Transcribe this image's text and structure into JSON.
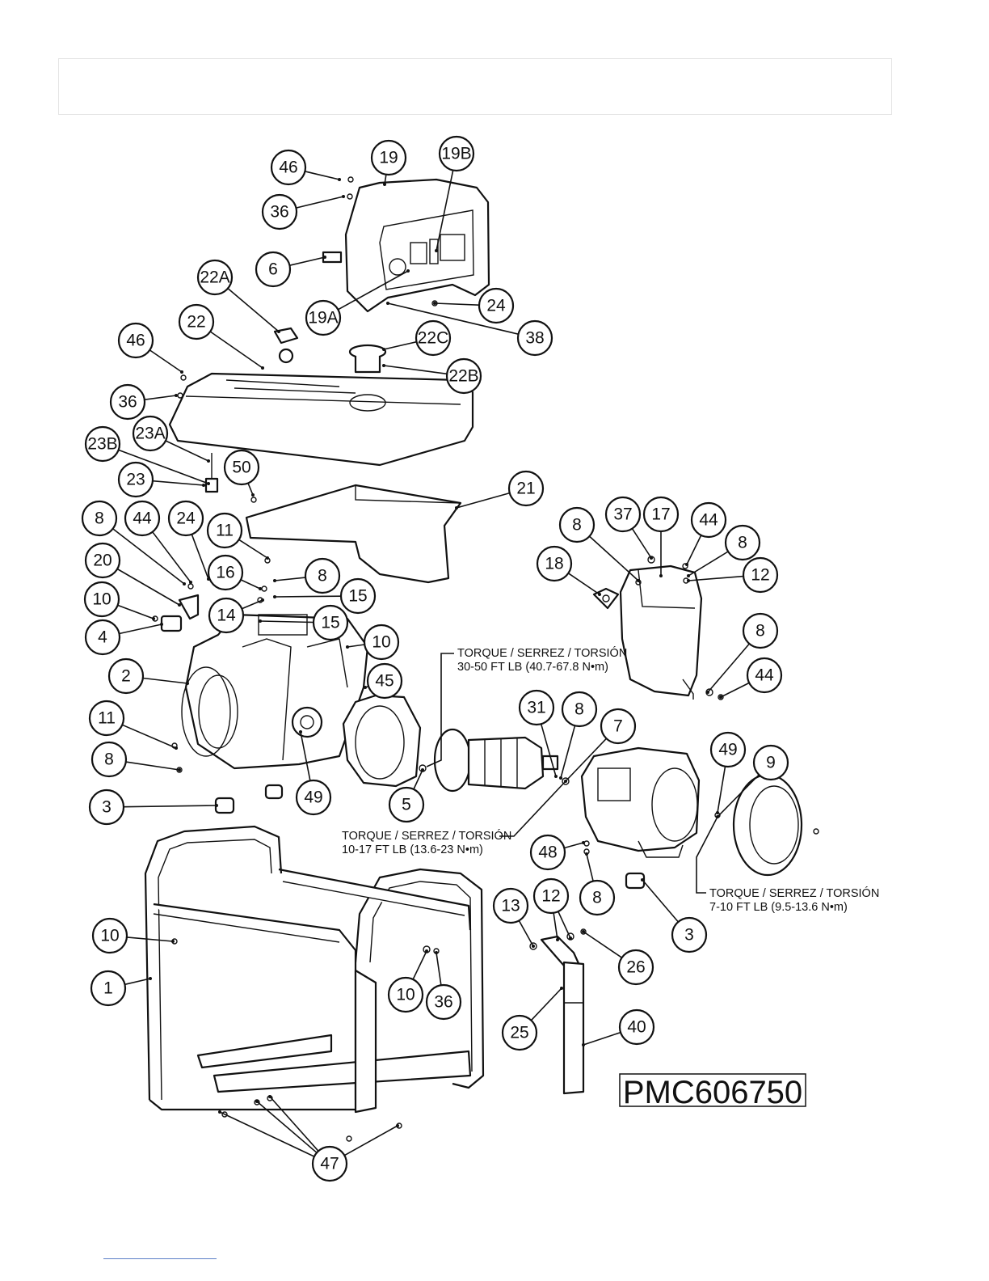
{
  "model_number": "PMC606750",
  "callouts": [
    {
      "id": "46a",
      "label": "46"
    },
    {
      "id": "36a",
      "label": "36"
    },
    {
      "id": "19",
      "label": "19"
    },
    {
      "id": "19B",
      "label": "19B"
    },
    {
      "id": "6",
      "label": "6"
    },
    {
      "id": "22A",
      "label": "22A"
    },
    {
      "id": "19A",
      "label": "19A"
    },
    {
      "id": "24a",
      "label": "24"
    },
    {
      "id": "38",
      "label": "38"
    },
    {
      "id": "22",
      "label": "22"
    },
    {
      "id": "46b",
      "label": "46"
    },
    {
      "id": "22C",
      "label": "22C"
    },
    {
      "id": "22B",
      "label": "22B"
    },
    {
      "id": "36b",
      "label": "36"
    },
    {
      "id": "23A",
      "label": "23A"
    },
    {
      "id": "23B",
      "label": "23B"
    },
    {
      "id": "23",
      "label": "23"
    },
    {
      "id": "50",
      "label": "50"
    },
    {
      "id": "21",
      "label": "21"
    },
    {
      "id": "8a",
      "label": "8"
    },
    {
      "id": "44a",
      "label": "44"
    },
    {
      "id": "24b",
      "label": "24"
    },
    {
      "id": "11a",
      "label": "11"
    },
    {
      "id": "37",
      "label": "37"
    },
    {
      "id": "17",
      "label": "17"
    },
    {
      "id": "44b",
      "label": "44"
    },
    {
      "id": "8b",
      "label": "8"
    },
    {
      "id": "8c",
      "label": "8"
    },
    {
      "id": "18",
      "label": "18"
    },
    {
      "id": "12a",
      "label": "12"
    },
    {
      "id": "20",
      "label": "20"
    },
    {
      "id": "16",
      "label": "16"
    },
    {
      "id": "8d",
      "label": "8"
    },
    {
      "id": "15a",
      "label": "15"
    },
    {
      "id": "10a",
      "label": "10"
    },
    {
      "id": "14",
      "label": "14"
    },
    {
      "id": "15b",
      "label": "15"
    },
    {
      "id": "4",
      "label": "4"
    },
    {
      "id": "10b",
      "label": "10"
    },
    {
      "id": "8e",
      "label": "8"
    },
    {
      "id": "44c",
      "label": "44"
    },
    {
      "id": "2",
      "label": "2"
    },
    {
      "id": "45",
      "label": "45"
    },
    {
      "id": "31",
      "label": "31"
    },
    {
      "id": "8f",
      "label": "8"
    },
    {
      "id": "7",
      "label": "7"
    },
    {
      "id": "11b",
      "label": "11"
    },
    {
      "id": "49a",
      "label": "49"
    },
    {
      "id": "9",
      "label": "9"
    },
    {
      "id": "8g",
      "label": "8"
    },
    {
      "id": "49b",
      "label": "49"
    },
    {
      "id": "3a",
      "label": "3"
    },
    {
      "id": "5",
      "label": "5"
    },
    {
      "id": "48",
      "label": "48"
    },
    {
      "id": "8h",
      "label": "8"
    },
    {
      "id": "3b",
      "label": "3"
    },
    {
      "id": "12b",
      "label": "12"
    },
    {
      "id": "13",
      "label": "13"
    },
    {
      "id": "10c",
      "label": "10"
    },
    {
      "id": "26",
      "label": "26"
    },
    {
      "id": "1",
      "label": "1"
    },
    {
      "id": "10d",
      "label": "10"
    },
    {
      "id": "36c",
      "label": "36"
    },
    {
      "id": "25",
      "label": "25"
    },
    {
      "id": "40",
      "label": "40"
    },
    {
      "id": "47",
      "label": "47"
    }
  ],
  "torque_notes": [
    {
      "id": "t1",
      "line1": "TORQUE / SERREZ / TORSIÓN",
      "line2": "30-50 FT LB (40.7-67.8 N•m)"
    },
    {
      "id": "t2",
      "line1": "TORQUE / SERREZ / TORSIÓN",
      "line2": "10-17 FT LB (13.6-23 N•m)"
    },
    {
      "id": "t3",
      "line1": "TORQUE / SERREZ / TORSIÓN",
      "line2": "7-10 FT LB (9.5-13.6 N•m)"
    }
  ]
}
